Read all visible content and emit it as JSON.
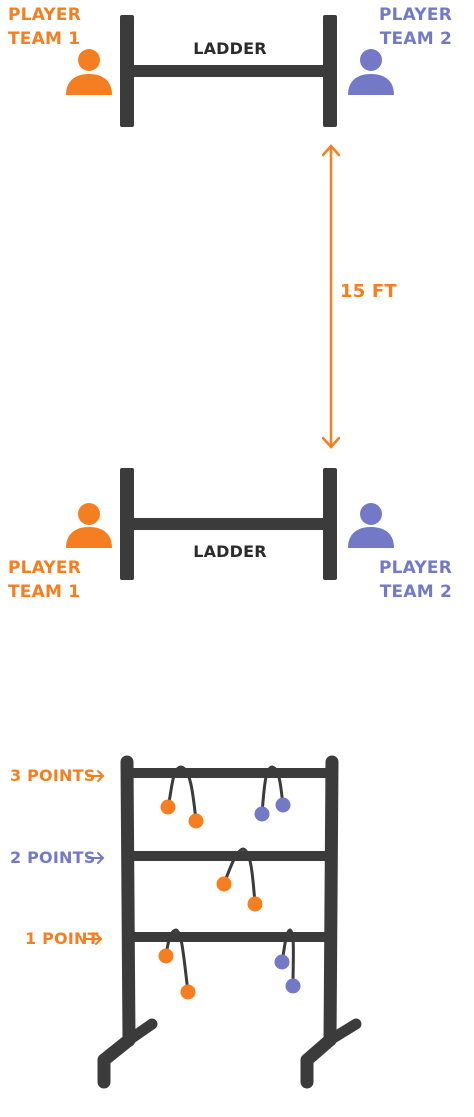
{
  "colors": {
    "team1": "#f57f20",
    "team2": "#7379c6",
    "ladder": "#3b3b3b"
  },
  "top_setup": {
    "team1_label_line1": "PLAYER",
    "team1_label_line2": "TEAM 1",
    "team2_label_line1": "PLAYER",
    "team2_label_line2": "TEAM 2",
    "ladder_label": "LADDER",
    "team1_icon": "person-icon",
    "team2_icon": "person-icon"
  },
  "distance": {
    "label": "15 FT",
    "icon": "double-arrow-icon"
  },
  "bottom_setup": {
    "team1_label_line1": "PLAYER",
    "team1_label_line2": "TEAM 1",
    "team2_label_line1": "PLAYER",
    "team2_label_line2": "TEAM 2",
    "ladder_label": "LADDER",
    "team1_icon": "person-icon",
    "team2_icon": "person-icon"
  },
  "scoring": {
    "rung_3": "3 POINTS",
    "rung_2": "2 POINTS",
    "rung_1": "1 POINT",
    "arrow_icon": "right-arrow-icon"
  }
}
